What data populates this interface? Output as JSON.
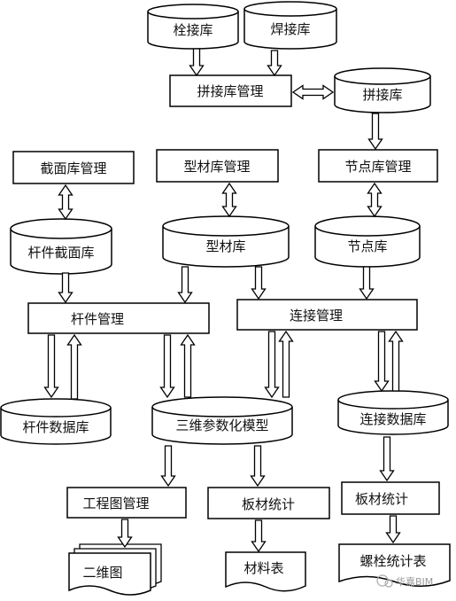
{
  "nodes": {
    "bolt_lib": "栓接库",
    "weld_lib": "焊接库",
    "splice_mgmt": "拼接库管理",
    "splice_lib": "拼接库",
    "section_mgmt": "截面库管理",
    "profile_mgmt": "型材库管理",
    "joint_mgmt": "节点库管理",
    "member_section_lib": "杆件截面库",
    "profile_lib": "型材库",
    "joint_lib": "节点库",
    "member_mgmt": "杆件管理",
    "connection_mgmt": "连接管理",
    "member_db": "杆件数据库",
    "model_3d": "三维参数化模型",
    "connection_db": "连接数据库",
    "drawing_mgmt": "工程图管理",
    "plate_stats_1": "板材统计",
    "plate_stats_2": "板材统计",
    "drawing_2d": "二维图",
    "material_table": "材料表",
    "bolt_table": "螺栓统计表"
  },
  "watermark": "华嘉BIM"
}
